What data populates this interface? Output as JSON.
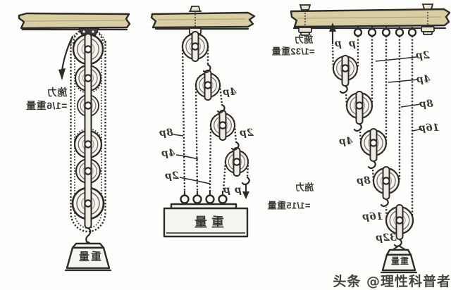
{
  "left": {
    "force_line1": "施力",
    "force_line2": "=1/6重量",
    "weight": "重量"
  },
  "middle": {
    "force_line1": "施力",
    "force_line2": "=1/15重量",
    "weight": "重量",
    "rope_labels": [
      "8p",
      "4p",
      "2p"
    ],
    "segment_labels": [
      "4p",
      "2p"
    ],
    "pull_labels": [
      "p",
      "p"
    ]
  },
  "right": {
    "force_line1": "施力",
    "force_line2": "=1/32重量",
    "weight": "重量",
    "pull_label": "p",
    "anchor_rope_label": "p",
    "rope_labels": [
      "2p",
      "4p",
      "8p",
      "16p"
    ],
    "segment_labels": [
      "4p",
      "8p",
      "16p",
      "32p"
    ]
  },
  "watermark": "头条 @理性科普者",
  "colors": {
    "beam": "#d8cda3",
    "ink": "#2d2b28",
    "paper": "#fefefd"
  }
}
